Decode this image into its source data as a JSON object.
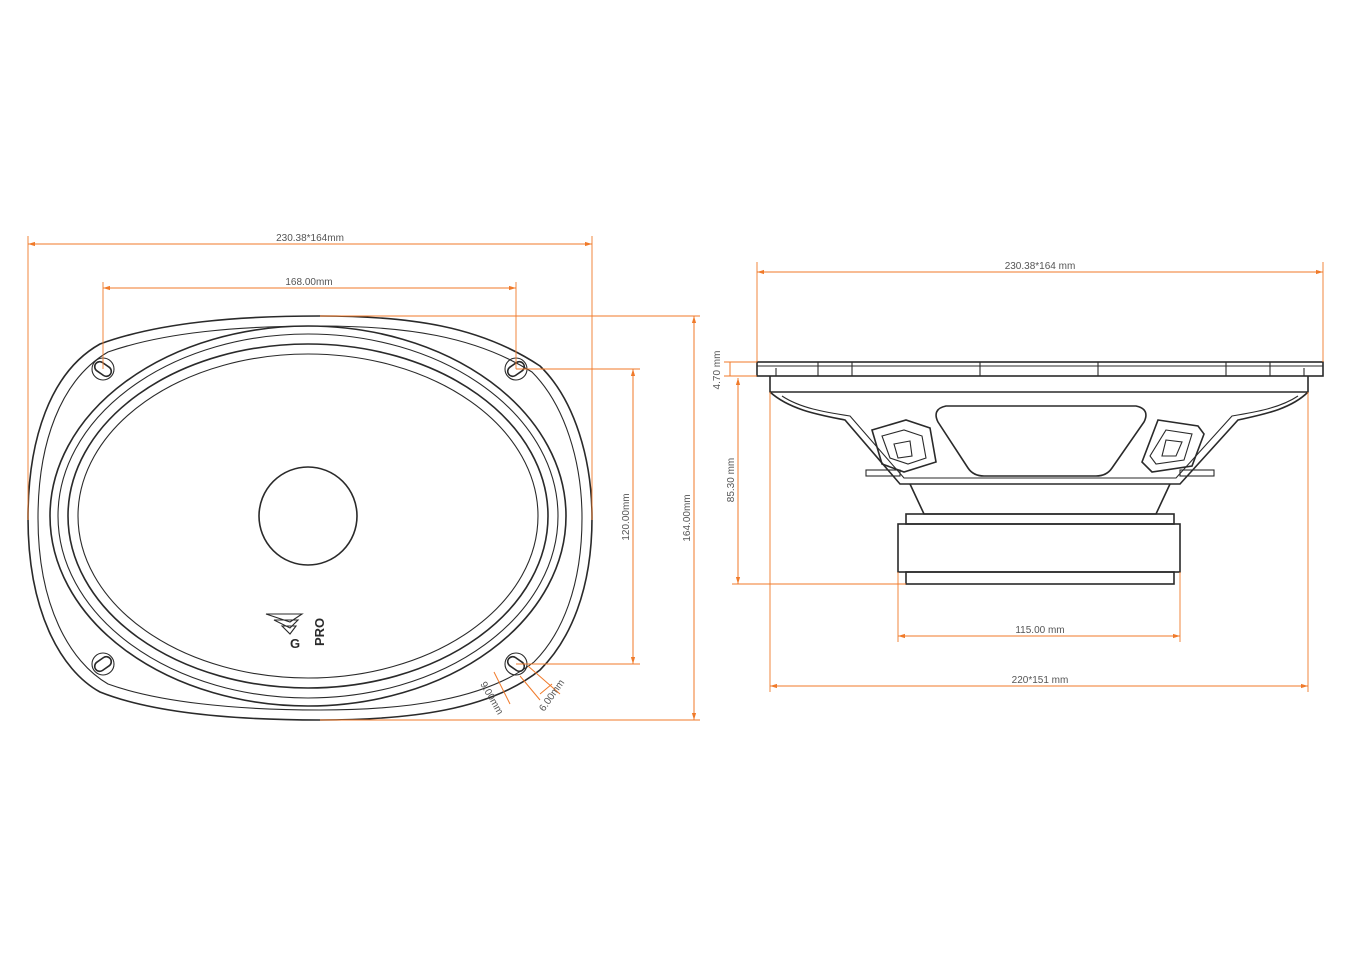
{
  "front_view": {
    "overall_width": "230.38*164mm",
    "mount_hole_spacing": "168.00mm",
    "mount_hole_vertical": "120.00mm",
    "overall_height": "164.00mm",
    "slot_length": "9.00mm",
    "slot_width": "6.00mm",
    "logo_letter": "G",
    "logo_text": "PRO"
  },
  "side_view": {
    "overall_width": "230.38*164 mm",
    "flange_thickness": "4.70 mm",
    "mounting_depth": "85.30 mm",
    "magnet_diameter": "115.00 mm",
    "basket_width": "220*151 mm"
  },
  "colors": {
    "dimension": "#f07a2a",
    "outline": "#2a2a2a",
    "text": "#555555"
  }
}
